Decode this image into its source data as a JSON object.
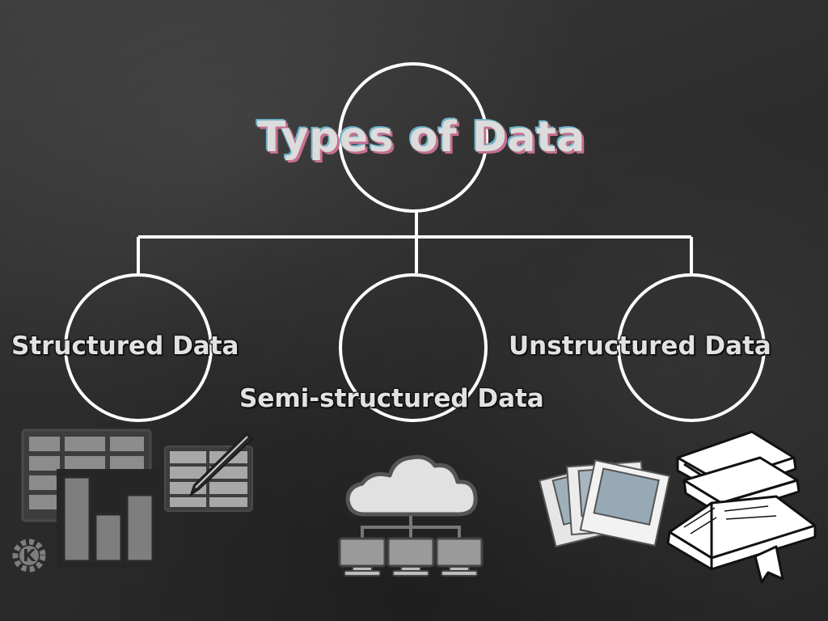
{
  "diagram": {
    "title": "Types of Data",
    "categories": [
      {
        "label": "Structured Data",
        "icon": "spreadsheet-chart-icon"
      },
      {
        "label": "Semi-structured Data",
        "icon": "cloud-network-icon"
      },
      {
        "label": "Unstructured Data",
        "icon": "photos-books-icon"
      }
    ]
  },
  "colors": {
    "background": "#2c2c2c",
    "lines": "#ffffff",
    "title_shadow_pink": "#c4708f",
    "title_shadow_cyan": "#6fb3c8",
    "icon_gray": "#8c8c8c"
  }
}
